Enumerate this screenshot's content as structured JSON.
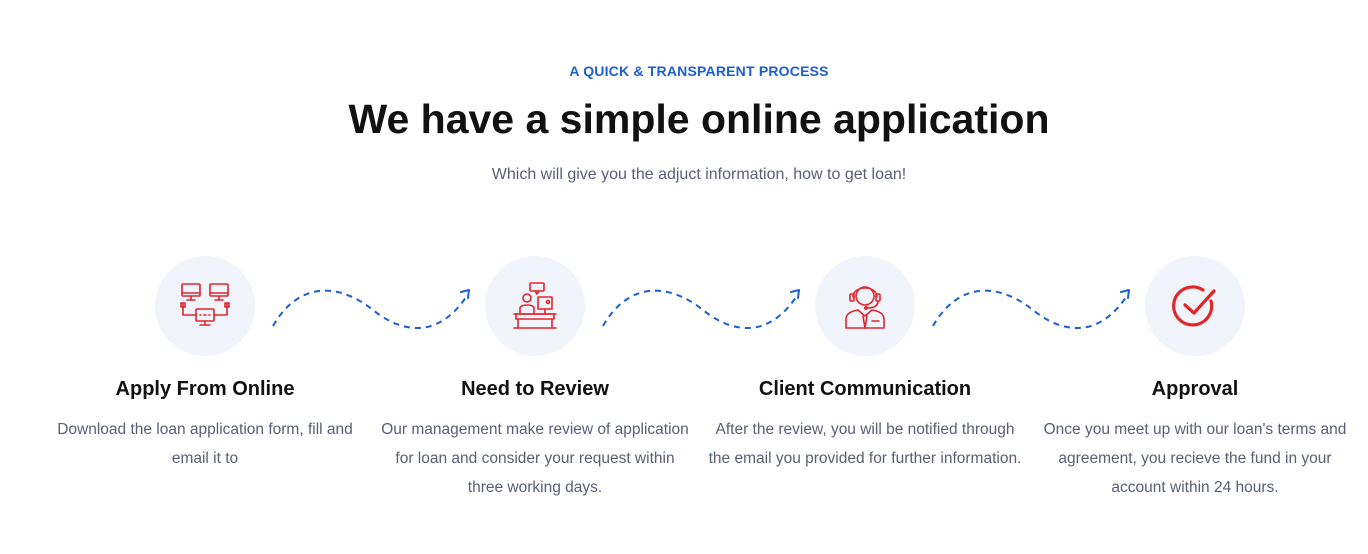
{
  "header": {
    "eyebrow": "A QUICK & TRANSPARENT PROCESS",
    "title": "We have a simple online application",
    "subtitle": "Which will give you the adjuct information, how to get loan!"
  },
  "colors": {
    "accent_blue": "#1a5fd6",
    "icon_red": "#e0262a",
    "circle_bg": "#f1f4fb"
  },
  "steps": [
    {
      "icon": "network-computers-icon",
      "title": "Apply From Online",
      "description": "Download the loan application form, fill and email it to"
    },
    {
      "icon": "review-desk-icon",
      "title": "Need to Review",
      "description": "Our management make review of application for loan and consider your request within three working days."
    },
    {
      "icon": "support-agent-icon",
      "title": "Client Communication",
      "description": "After the review, you will be notified through the email you provided for further information."
    },
    {
      "icon": "check-circle-icon",
      "title": "Approval",
      "description": "Once you meet up with our loan's terms and agreement, you recieve the fund in your account within 24 hours."
    }
  ]
}
